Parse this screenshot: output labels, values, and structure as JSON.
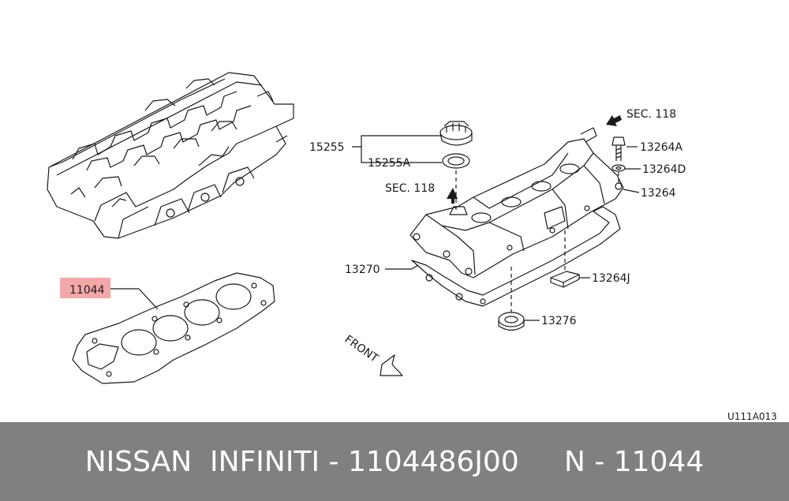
{
  "callouts": {
    "head_gasket": "11044",
    "oil_cap": "15255",
    "oil_cap_gasket": "15255A",
    "sec118_top": "SEC. 118",
    "sec118_mid": "SEC. 118",
    "bolt": "13264A",
    "washer": "13264D",
    "cover_bolt": "13264",
    "cover_gasket": "13270",
    "insulator": "13264J",
    "plug_seal": "13276",
    "front": "FRONT"
  },
  "diagram_code": "U111A013",
  "footer": {
    "brand": "NISSAN  INFINITI",
    "sep1": " - ",
    "part_number": "1104486J00",
    "sep2": "     N - ",
    "ref": "11044"
  },
  "colors": {
    "highlight": "#f4a7a7",
    "footer_bg": "#808080",
    "line": "#1a1a1a"
  }
}
